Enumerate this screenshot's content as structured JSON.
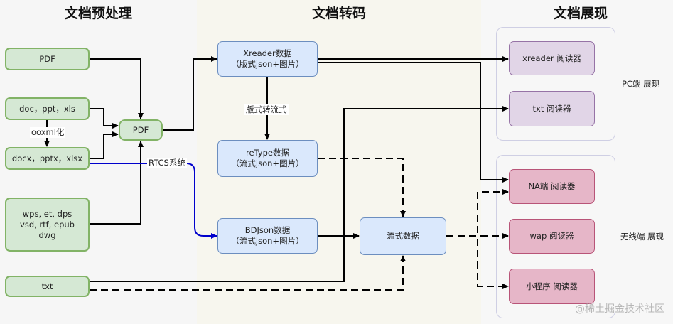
{
  "headings": {
    "preprocess": "文档预处理",
    "transcode": "文档转码",
    "display": "文档展现"
  },
  "nodes": {
    "pdf_src": "PDF",
    "doc": "doc，ppt，xls",
    "docx": "docx，pptx，xlsx",
    "wps": "wps, et, dps\nvsd, rtf, epub\ndwg",
    "txt_src": "txt",
    "pdf_mid": "PDF",
    "xreader_data": "Xreader数据\n（版式json+图片）",
    "retype_data": "reType数据\n（流式json+图片）",
    "bdjson_data": "BDJson数据\n（流式json+图片）",
    "flow_data": "流式数据",
    "xreader_reader": "xreader 阅读器",
    "txt_reader": "txt 阅读器",
    "na_reader": "NA端 阅读器",
    "wap_reader": "wap 阅读器",
    "mini_reader": "小程序 阅读器"
  },
  "edge_labels": {
    "ooxml": "ooxml化",
    "layout_to_flow": "版式转流式",
    "rtcs": "RTCS系统"
  },
  "groups": {
    "pc": "PC端 展现",
    "wireless": "无线端 展现"
  },
  "colors": {
    "green_fill": "#d5e8d4",
    "green_stroke": "#82b366",
    "blue_fill": "#dae8fc",
    "blue_stroke": "#6c8ebf",
    "purple_fill": "#e1d5e7",
    "pink_fill": "#e6b6c8",
    "rtcs_line": "#0000cc"
  },
  "watermark": "@稀土掘金技术社区"
}
